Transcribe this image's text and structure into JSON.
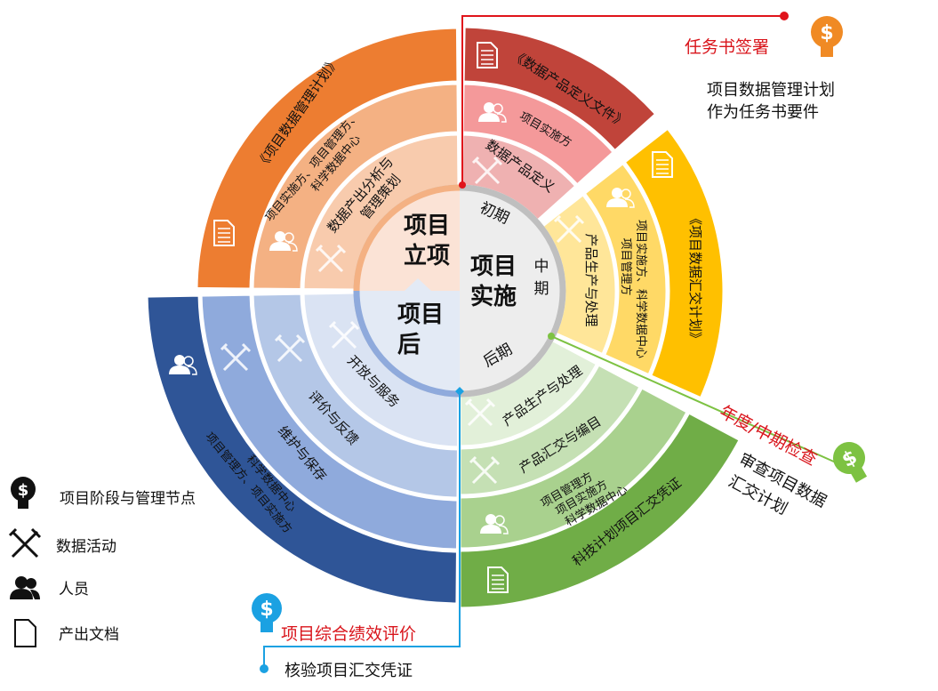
{
  "center": {
    "initiation": [
      "项目",
      "立项"
    ],
    "implementation": [
      "项目",
      "实施"
    ],
    "post": [
      "项目",
      "后"
    ],
    "early": "初期",
    "middle": [
      "中",
      "期"
    ],
    "late": "后期"
  },
  "orange": {
    "document": "《项目数据管理计划》",
    "people": [
      "项目实施方、项目管理方、",
      "科学数据中心"
    ],
    "activity": [
      "数据产出分析与",
      "管理策划"
    ]
  },
  "red": {
    "document": "《数据产品定义文件》",
    "people": "项目实施方",
    "activity": "数据产品定义"
  },
  "yellow": {
    "document": "《项目数据汇交计划》",
    "people": [
      "项目实施方、科学数据中心",
      "项目管理方"
    ],
    "activity": "产品生产与处理"
  },
  "green": {
    "activity1": "产品生产与处理",
    "activity2": "产品汇交与编目",
    "people": [
      "项目管理方",
      "项目实施方",
      "科学数据中心"
    ],
    "document": "科技计划项目汇交凭证"
  },
  "blue": {
    "activity1": "开放与服务",
    "activity2": "评价与反馈",
    "activity3": "维护与保存",
    "people": [
      "科学数据中心",
      "项目管理方、项目实施方"
    ]
  },
  "callouts": {
    "signing": {
      "title": "任务书签署",
      "desc": [
        "项目数据管理计划",
        "作为任务书要件"
      ]
    },
    "annual": {
      "title": "年度/中期检查",
      "desc": [
        "审查项目数据",
        "汇交计划"
      ]
    },
    "final": {
      "title": "项目综合绩效评价",
      "desc": "核验项目汇交凭证"
    }
  },
  "legend": [
    {
      "icon": "dollar-bulb-icon",
      "label": "项目阶段与管理节点"
    },
    {
      "icon": "tools-icon",
      "label": "数据活动"
    },
    {
      "icon": "people-icon",
      "label": "人员"
    },
    {
      "icon": "document-icon",
      "label": "产出文档"
    }
  ],
  "colors": {
    "orange": [
      "#ED7D31",
      "#F4B183",
      "#F8CBAD"
    ],
    "red": [
      "#C0443A",
      "#F4999A",
      "#EFB1B1"
    ],
    "yellow": [
      "#FFC000",
      "#FFD966",
      "#FFE699"
    ],
    "green": [
      "#70AD47",
      "#A9D18E",
      "#C5E0B4",
      "#E2F0D9"
    ],
    "blue": [
      "#2F5597",
      "#8FAADC",
      "#B4C7E7",
      "#DAE3F3"
    ],
    "callout_red": "#D9141B"
  }
}
